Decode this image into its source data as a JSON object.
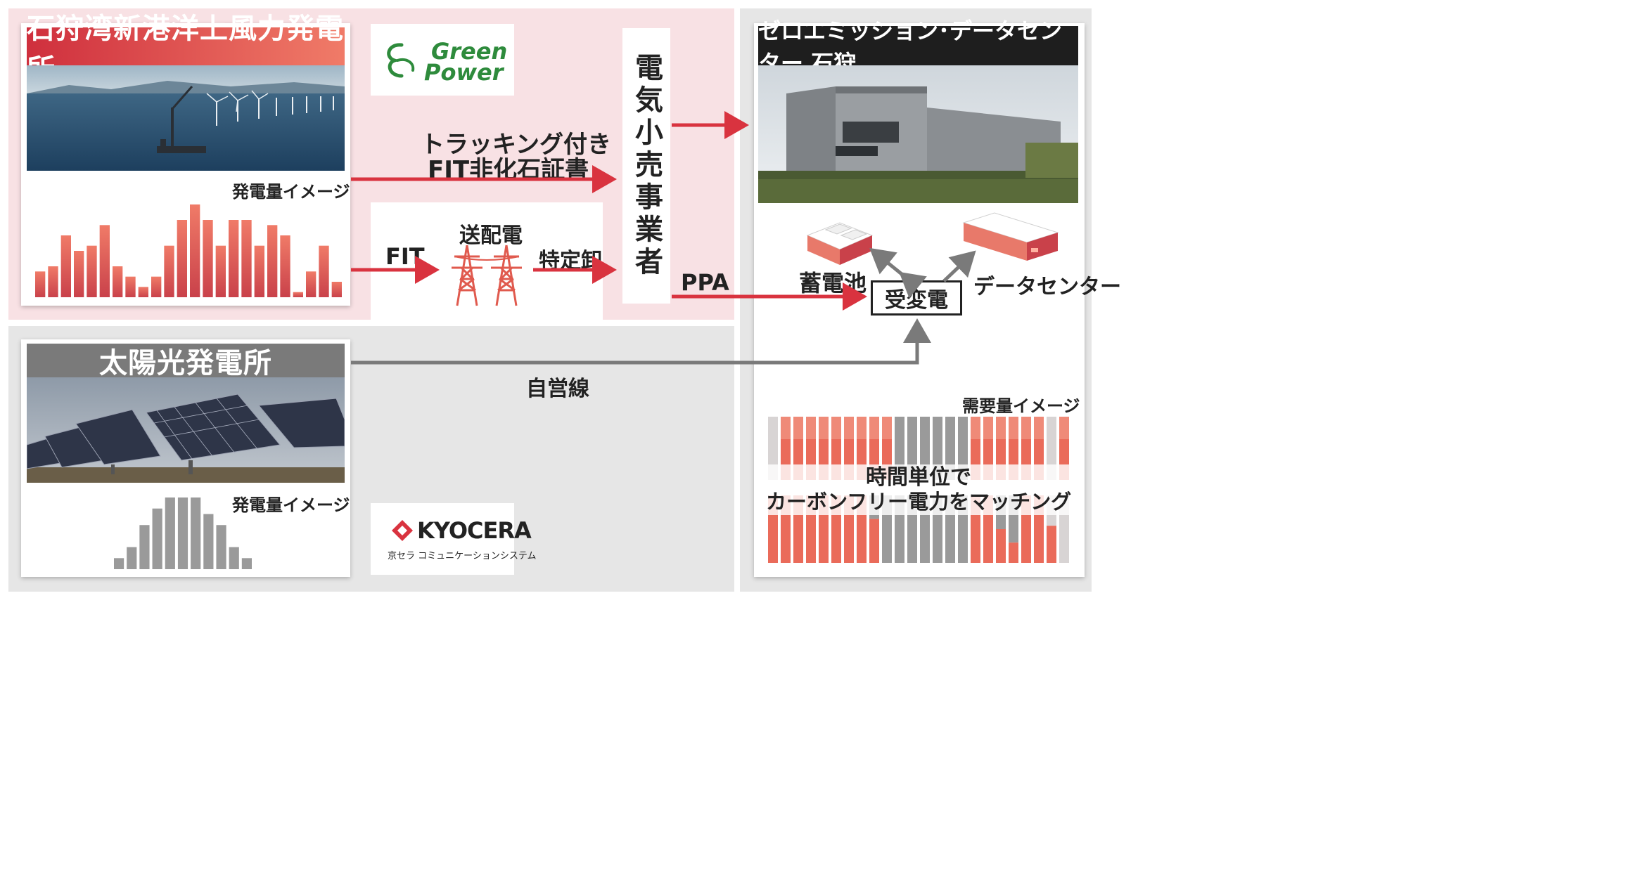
{
  "colors": {
    "red": "#d9333f",
    "salmon": "#f07b68",
    "dark_gray": "#7a7a7a",
    "gray_line": "#8a8a8a",
    "black_bar": "#1e1e1e"
  },
  "offshore": {
    "title": "石狩湾新港洋上風力発電所",
    "gen_label": "発電量イメージ",
    "bars": [
      5,
      6,
      12,
      9,
      10,
      14,
      6,
      4,
      2,
      4,
      10,
      15,
      18,
      15,
      10,
      15,
      15,
      10,
      14,
      12,
      1,
      5,
      10,
      3
    ]
  },
  "green_power": {
    "line1": "Green",
    "line2": "Power"
  },
  "tracking_label_1": "トラッキング付き",
  "tracking_label_2": "FIT非化石証書",
  "fit_label": "FIT",
  "transmission_label": "送配電",
  "wholesale_label": "特定卸",
  "retailer": {
    "label": "電気小売事業者"
  },
  "ppa_label": "PPA",
  "datacenter": {
    "title": "ゼロエミッション･データセンター 石狩",
    "battery_label": "蓄電池",
    "dc_label": "データセンター",
    "substation_label": "受変電"
  },
  "solar": {
    "title": "太陽光発電所",
    "gen_label": "発電量イメージ",
    "bars": [
      2,
      4,
      8,
      11,
      13,
      13,
      13,
      10,
      8,
      4,
      2
    ]
  },
  "private_line_label": "自営線",
  "kyocera": {
    "logo": "KYOCERA",
    "sub": "京セラ コミュニケーションシステム"
  },
  "demand": {
    "label": "需要量イメージ",
    "overlay_line1": "時間単位で",
    "overlay_line2": "カーボンフリー電力をマッチング",
    "top_colors": [
      "lg",
      "r",
      "r",
      "r",
      "r",
      "r",
      "r",
      "r",
      "r",
      "r",
      "g",
      "g",
      "g",
      "g",
      "g",
      "g",
      "r",
      "r",
      "r",
      "r",
      "r",
      "r",
      "lg",
      "r"
    ],
    "bottom_colors": [
      "r",
      "r",
      "r",
      "r",
      "r",
      "r",
      "r",
      "r",
      "m1",
      "g",
      "g",
      "g",
      "g",
      "g",
      "g",
      "g",
      "r",
      "r",
      "m2",
      "m3",
      "r",
      "r",
      "m4",
      "lg"
    ]
  }
}
